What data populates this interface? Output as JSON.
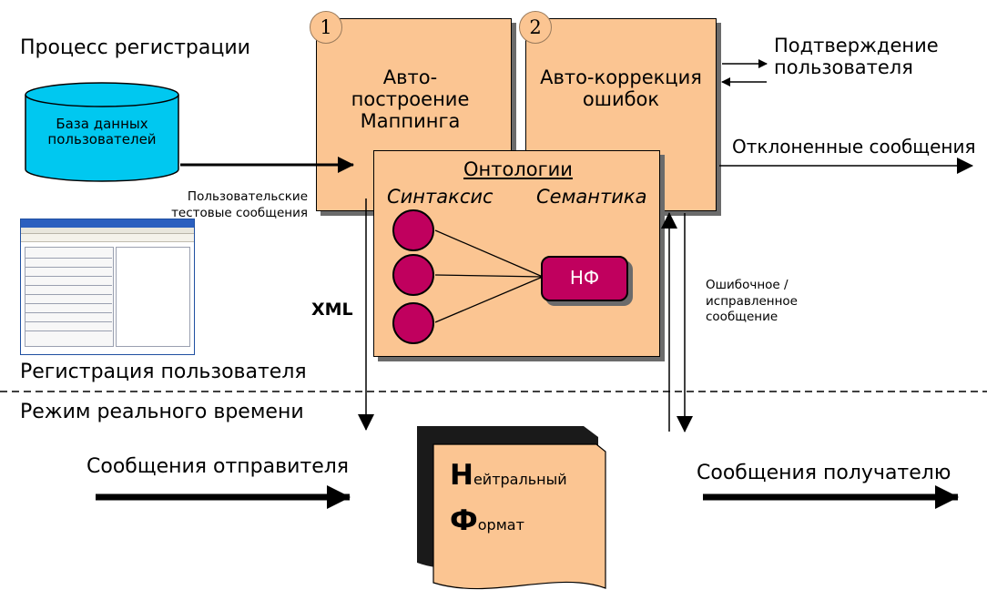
{
  "labels": {
    "registration_process": "Процесс регистрации",
    "user_db": "База данных пользователей",
    "test_messages": "Пользовательские тестовые сообщения",
    "xml": "XML",
    "user_registration": "Регистрация пользователя",
    "realtime_mode": "Режим реального времени",
    "sender_messages": "Сообщения отправителя",
    "receiver_messages": "Сообщения получателю",
    "user_confirmation": "Подтверждение пользователя",
    "rejected_messages": "Отклоненные сообщения",
    "error_message": "Ошибочное / исправленное сообщение"
  },
  "box1": {
    "number": "1",
    "title": "Авто-построение Маппинга"
  },
  "box2": {
    "number": "2",
    "title": "Авто-коррекция ошибок"
  },
  "ontology": {
    "title": "Онтологии",
    "syntax": "Синтаксис",
    "semantics": "Семантика",
    "nf": "НФ"
  },
  "neutral_format": {
    "line1_initial": "Н",
    "line1_rest": "ейтральный",
    "line2_initial": "Ф",
    "line2_rest": "ормат"
  },
  "colors": {
    "box_fill": "#fbc592",
    "db_fill": "#00c8f0",
    "circle_fill": "#c0005e",
    "doc_shadow": "#1a1a1a"
  }
}
